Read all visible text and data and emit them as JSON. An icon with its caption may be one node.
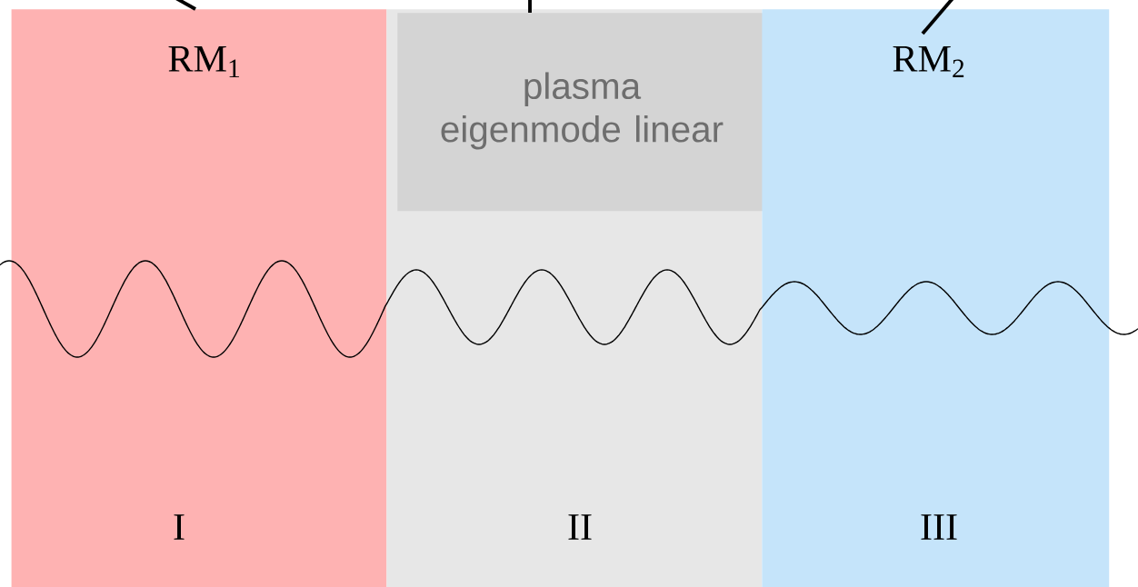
{
  "diagram": {
    "nodes": [
      {
        "text": [
          "RM$_{1}$",
          "I"
        ]
      },
      {
        "text": [
          "II"
        ]
      },
      {
        "text": [
          "plasma eigenmode linear"
        ],
        "in": 1
      },
      {
        "text": [
          "RM$_{2}$",
          "III"
        ]
      }
    ],
    "edges": [
      {
        "from": null,
        "to": 0,
        "arrow": "none"
      },
      {
        "from": null,
        "to": 2,
        "arrow": "none"
      },
      {
        "from": null,
        "to": 3,
        "arrow": "none"
      }
    ]
  }
}
